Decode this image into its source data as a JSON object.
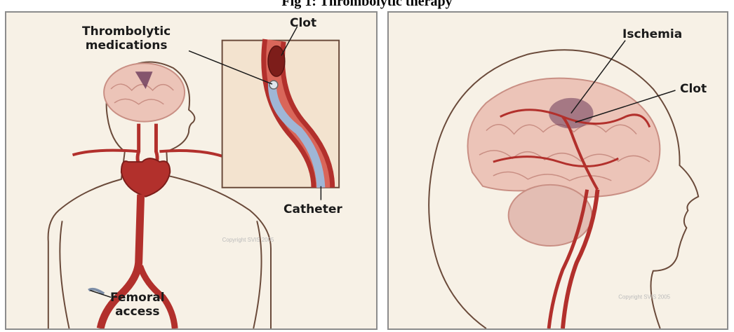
{
  "figure": {
    "caption": "Fig 1: Thrombolytic therapy"
  },
  "left_panel": {
    "labels": {
      "thrombolytic_line1": "Thrombolytic",
      "thrombolytic_line2": "medications",
      "clot": "Clot",
      "catheter": "Catheter",
      "femoral_line1": "Femoral",
      "femoral_line2": "access",
      "copyright": "Copyright SVIS 2005"
    }
  },
  "right_panel": {
    "labels": {
      "ischemia": "Ischemia",
      "clot": "Clot",
      "copyright": "Copyright SVIS 2005"
    }
  },
  "colors": {
    "background": "#f7f1e6",
    "artery": "#b2302c",
    "artery_light": "#d9665a",
    "brain": "#ecc4b8",
    "brain_outline": "#c98f84",
    "ischemia": "#6b3a5a",
    "catheter": "#9fb6d6",
    "outline": "#6a4a3a"
  }
}
